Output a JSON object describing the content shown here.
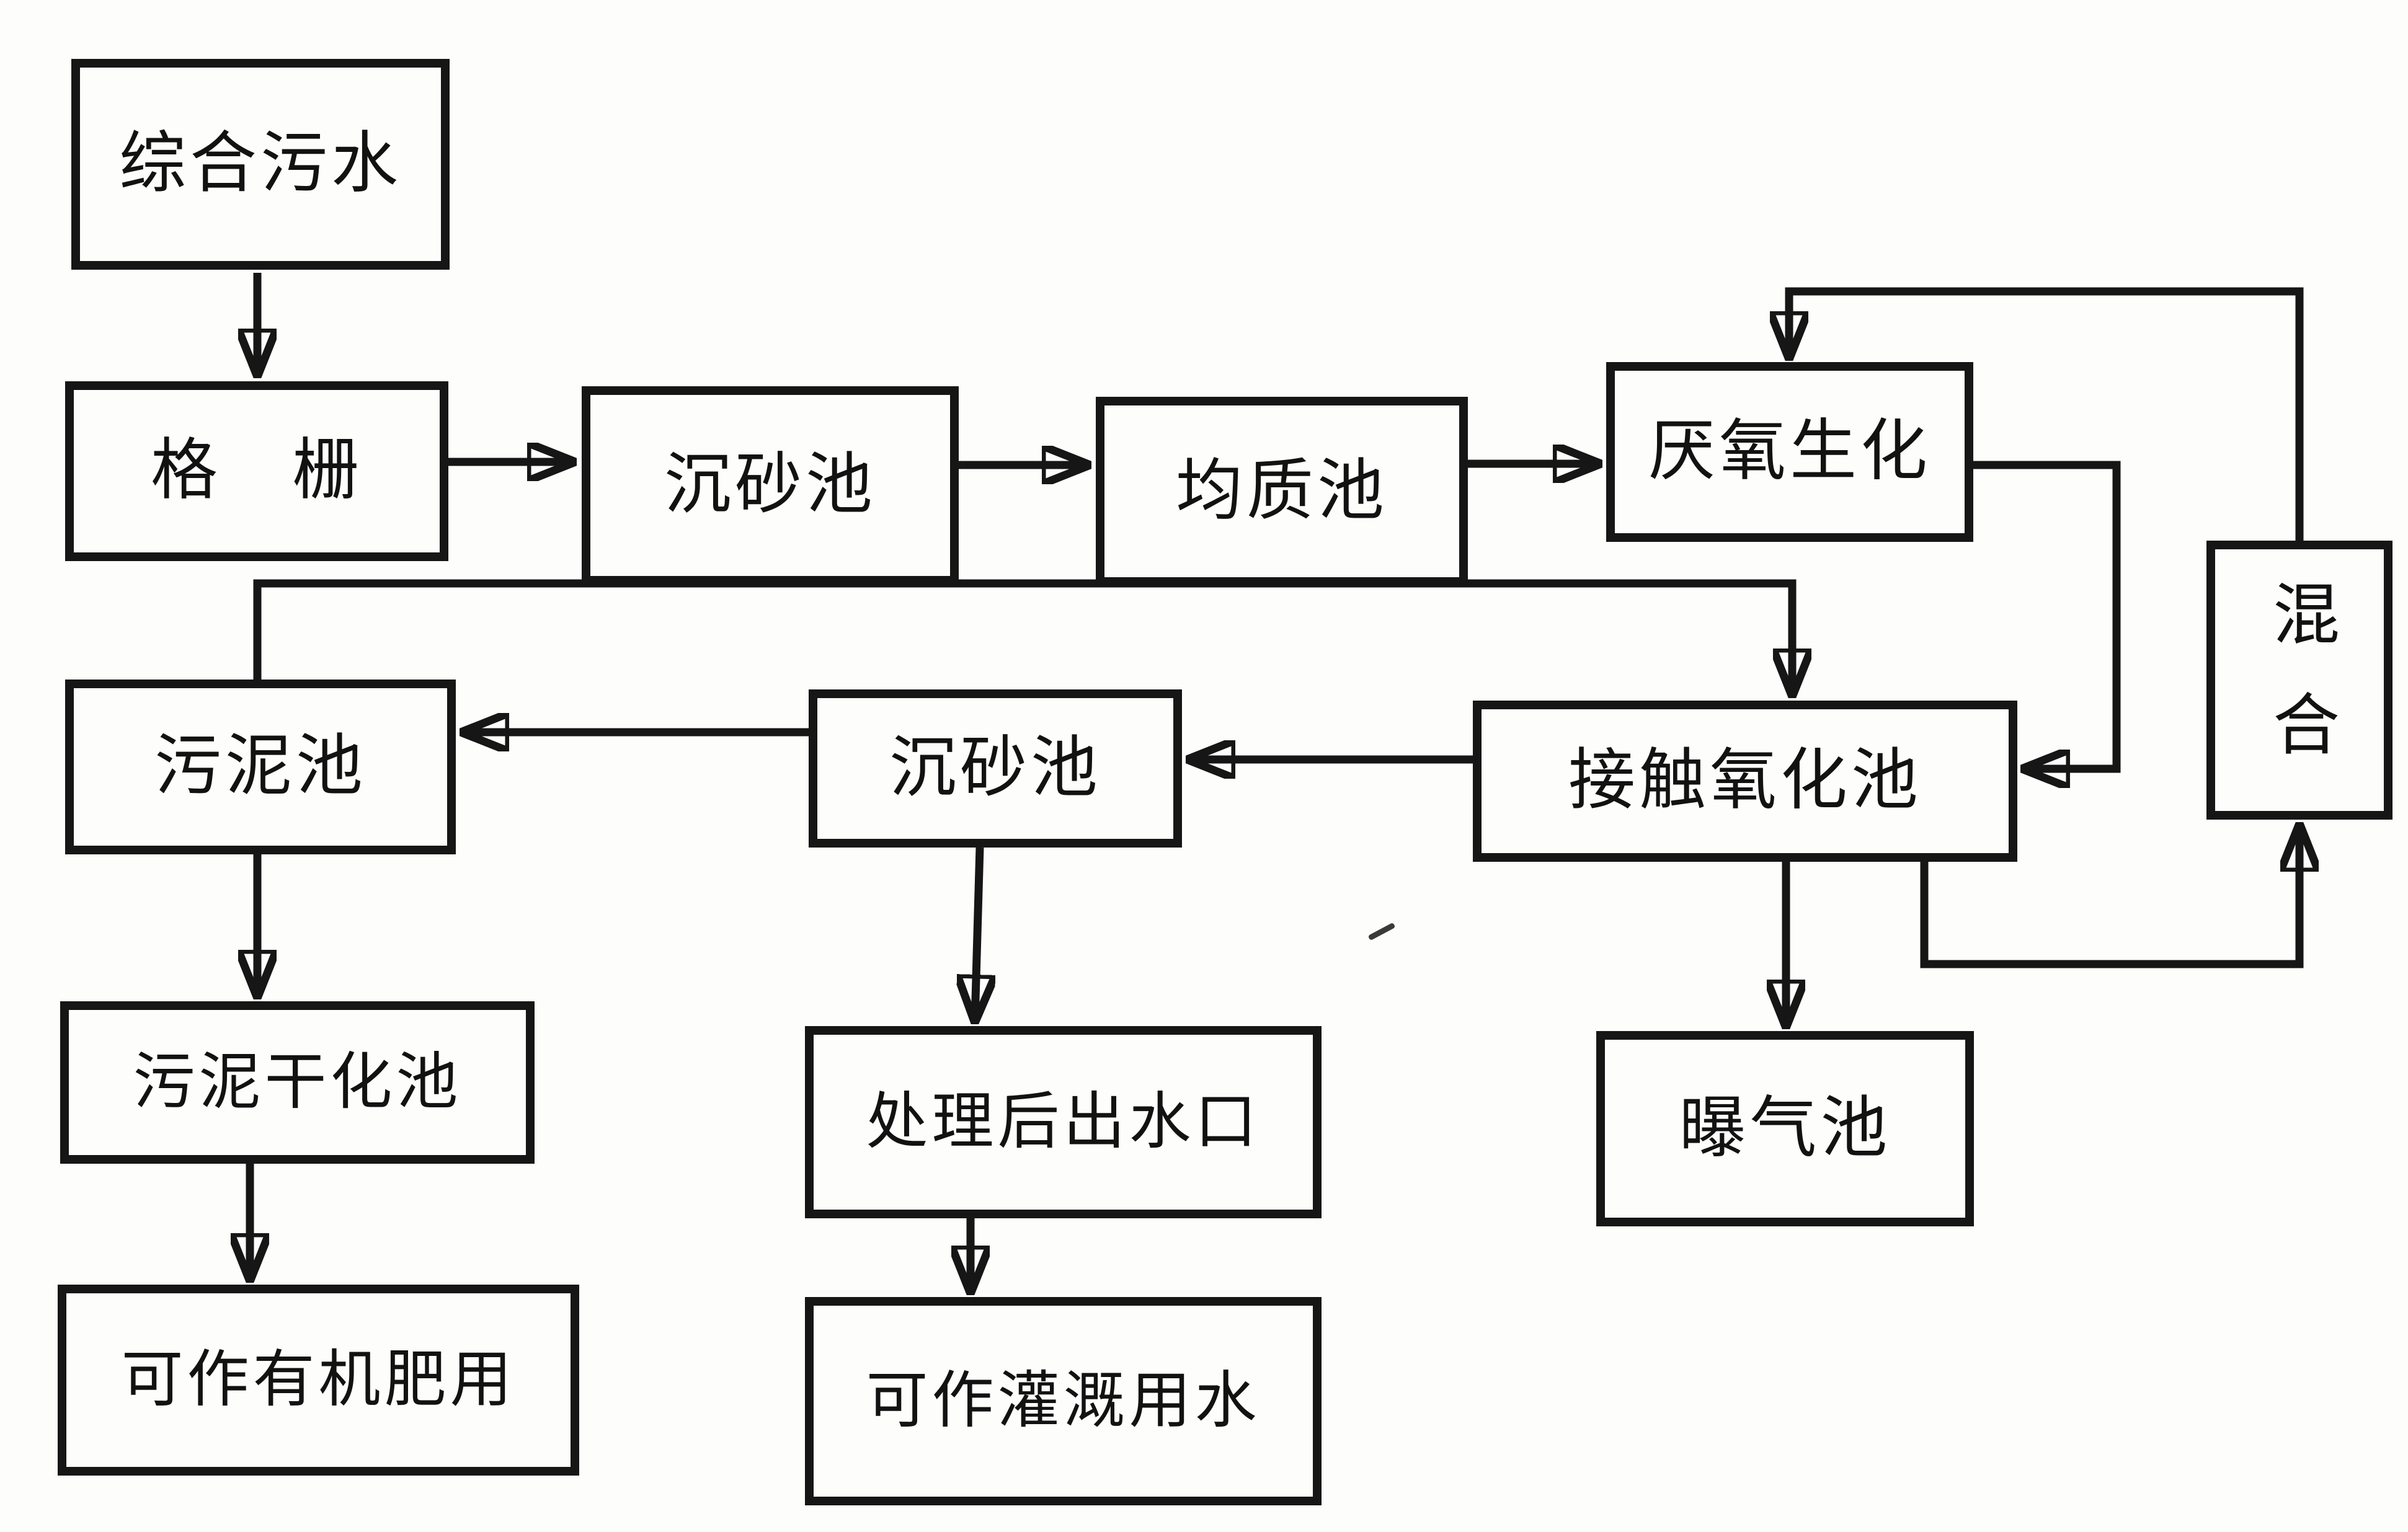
{
  "diagram": {
    "type": "flowchart",
    "language": "zh",
    "nodes": [
      {
        "id": "raw-sewage",
        "label": "综合污水"
      },
      {
        "id": "bar-screen",
        "label": "格　栅"
      },
      {
        "id": "grit-chamber-1",
        "label": "沉砂池"
      },
      {
        "id": "equalization-tank",
        "label": "均质池"
      },
      {
        "id": "anaerobic-biochem",
        "label": "厌氧生化"
      },
      {
        "id": "mixing",
        "label": "混合"
      },
      {
        "id": "sludge-tank",
        "label": "污泥池"
      },
      {
        "id": "grit-chamber-2",
        "label": "沉砂池"
      },
      {
        "id": "contact-oxidation",
        "label": "接触氧化池"
      },
      {
        "id": "aeration-tank",
        "label": "曝气池"
      },
      {
        "id": "sludge-drying-tank",
        "label": "污泥干化池"
      },
      {
        "id": "treated-outlet",
        "label": "处理后出水口"
      },
      {
        "id": "organic-fertilizer",
        "label": "可作有机肥用"
      },
      {
        "id": "irrigation-water",
        "label": "可作灌溉用水"
      }
    ],
    "edges": [
      {
        "from": "raw-sewage",
        "to": "bar-screen"
      },
      {
        "from": "bar-screen",
        "to": "grit-chamber-1"
      },
      {
        "from": "grit-chamber-1",
        "to": "equalization-tank"
      },
      {
        "from": "equalization-tank",
        "to": "anaerobic-biochem"
      },
      {
        "from": "anaerobic-biochem",
        "to": "contact-oxidation"
      },
      {
        "from": "contact-oxidation",
        "to": "grit-chamber-2"
      },
      {
        "from": "grit-chamber-2",
        "to": "sludge-tank"
      },
      {
        "from": "sludge-tank",
        "to": "contact-oxidation"
      },
      {
        "from": "contact-oxidation",
        "to": "mixing"
      },
      {
        "from": "mixing",
        "to": "anaerobic-biochem"
      },
      {
        "from": "contact-oxidation",
        "to": "aeration-tank"
      },
      {
        "from": "grit-chamber-2",
        "to": "treated-outlet"
      },
      {
        "from": "treated-outlet",
        "to": "irrigation-water"
      },
      {
        "from": "sludge-tank",
        "to": "sludge-drying-tank"
      },
      {
        "from": "sludge-drying-tank",
        "to": "organic-fertilizer"
      }
    ],
    "ink_color": "#161616",
    "paper_color": "#fdfdfb"
  }
}
